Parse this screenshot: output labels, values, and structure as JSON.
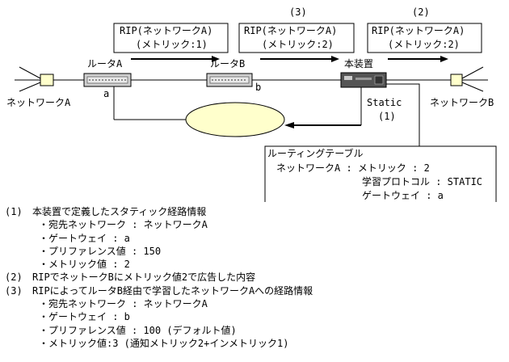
{
  "callouts": [
    {
      "number": "",
      "line1": "RIP(ネットワークA)",
      "line2": "(メトリック:1)"
    },
    {
      "number": "(3)",
      "line1": "RIP(ネットワークA)",
      "line2": "(メトリック:2)"
    },
    {
      "number": "(2)",
      "line1": "RIP(ネットワークA)",
      "line2": "(メトリック:2)"
    }
  ],
  "nodes": {
    "router_a": "ルータA",
    "router_b": "ルータB",
    "this_device": "本装置",
    "network_a": "ネットワークA",
    "network_b": "ネットワークB",
    "port_a": "a",
    "port_b": "b",
    "static_label": "Static",
    "static_num": "(1)"
  },
  "routing_table": {
    "title": "ルーティングテーブル",
    "entry": "ネットワークA : メトリック : 2",
    "protocol": "学習プロトコル : STATIC",
    "gateway": "ゲートウェイ : a"
  },
  "notes": [
    {
      "num": "(1)",
      "text": "本装置で定義したスタティック経路情報"
    },
    {
      "num": "",
      "text": "・宛先ネットワーク : ネットワークA"
    },
    {
      "num": "",
      "text": "・ゲートウェイ : a"
    },
    {
      "num": "",
      "text": "・プリファレンス値 : 150"
    },
    {
      "num": "",
      "text": "・メトリック値 : 2"
    },
    {
      "num": "(2)",
      "text": "RIPでネットークBにメトリック値2で広告した内容"
    },
    {
      "num": "(3)",
      "text": "RIPによってルータB経由で学習したネットワークAへの経路情報"
    },
    {
      "num": "",
      "text": "・宛先ネットワーク : ネットワークA"
    },
    {
      "num": "",
      "text": "・ゲートウェイ : b"
    },
    {
      "num": "",
      "text": "・プリファレンス値 : 100 (デフォルト値)"
    },
    {
      "num": "",
      "text": "・メトリック値:3 (通知メトリック2+インメトリック1)"
    }
  ]
}
